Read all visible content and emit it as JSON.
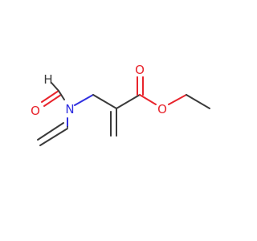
{
  "molecule": {
    "atoms": {
      "o_formyl": {
        "label": "O",
        "color": "#e8242c"
      },
      "h_formyl": {
        "label": "H",
        "color": "#3a3a3a"
      },
      "n_amide": {
        "label": "N",
        "color": "#2f2fe0"
      },
      "o_carbonyl": {
        "label": "O",
        "color": "#e8242c"
      },
      "o_ester": {
        "label": "O",
        "color": "#e8242c"
      }
    },
    "colors": {
      "carbon_bond": "#3a3a3a",
      "oxygen": "#e8242c",
      "nitrogen": "#2f2fe0",
      "background": "#ffffff"
    }
  }
}
